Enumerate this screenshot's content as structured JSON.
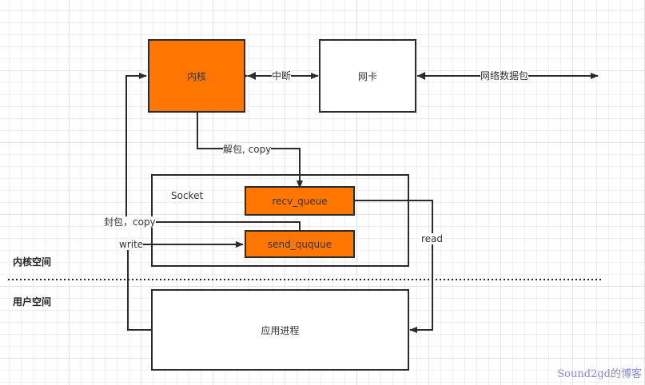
{
  "nodes": {
    "kernel": "内核",
    "nic": "网卡",
    "socket": "Socket",
    "recv_queue": "recv_queue",
    "send_queue": "send_ququue",
    "app_process": "应用进程"
  },
  "edges": {
    "interrupt": "中断",
    "network_packet": "网络数据包",
    "unpack_copy": "解包, copy",
    "pack_copy": "封包，copy",
    "write": "write",
    "read": "read"
  },
  "regions": {
    "kernel_space": "内核空间",
    "user_space": "用户空间"
  },
  "colors": {
    "accent": "#ff7700",
    "line": "#2b2b2b",
    "watermark": "#8888dd"
  },
  "watermark": "Sound2gd的博客"
}
